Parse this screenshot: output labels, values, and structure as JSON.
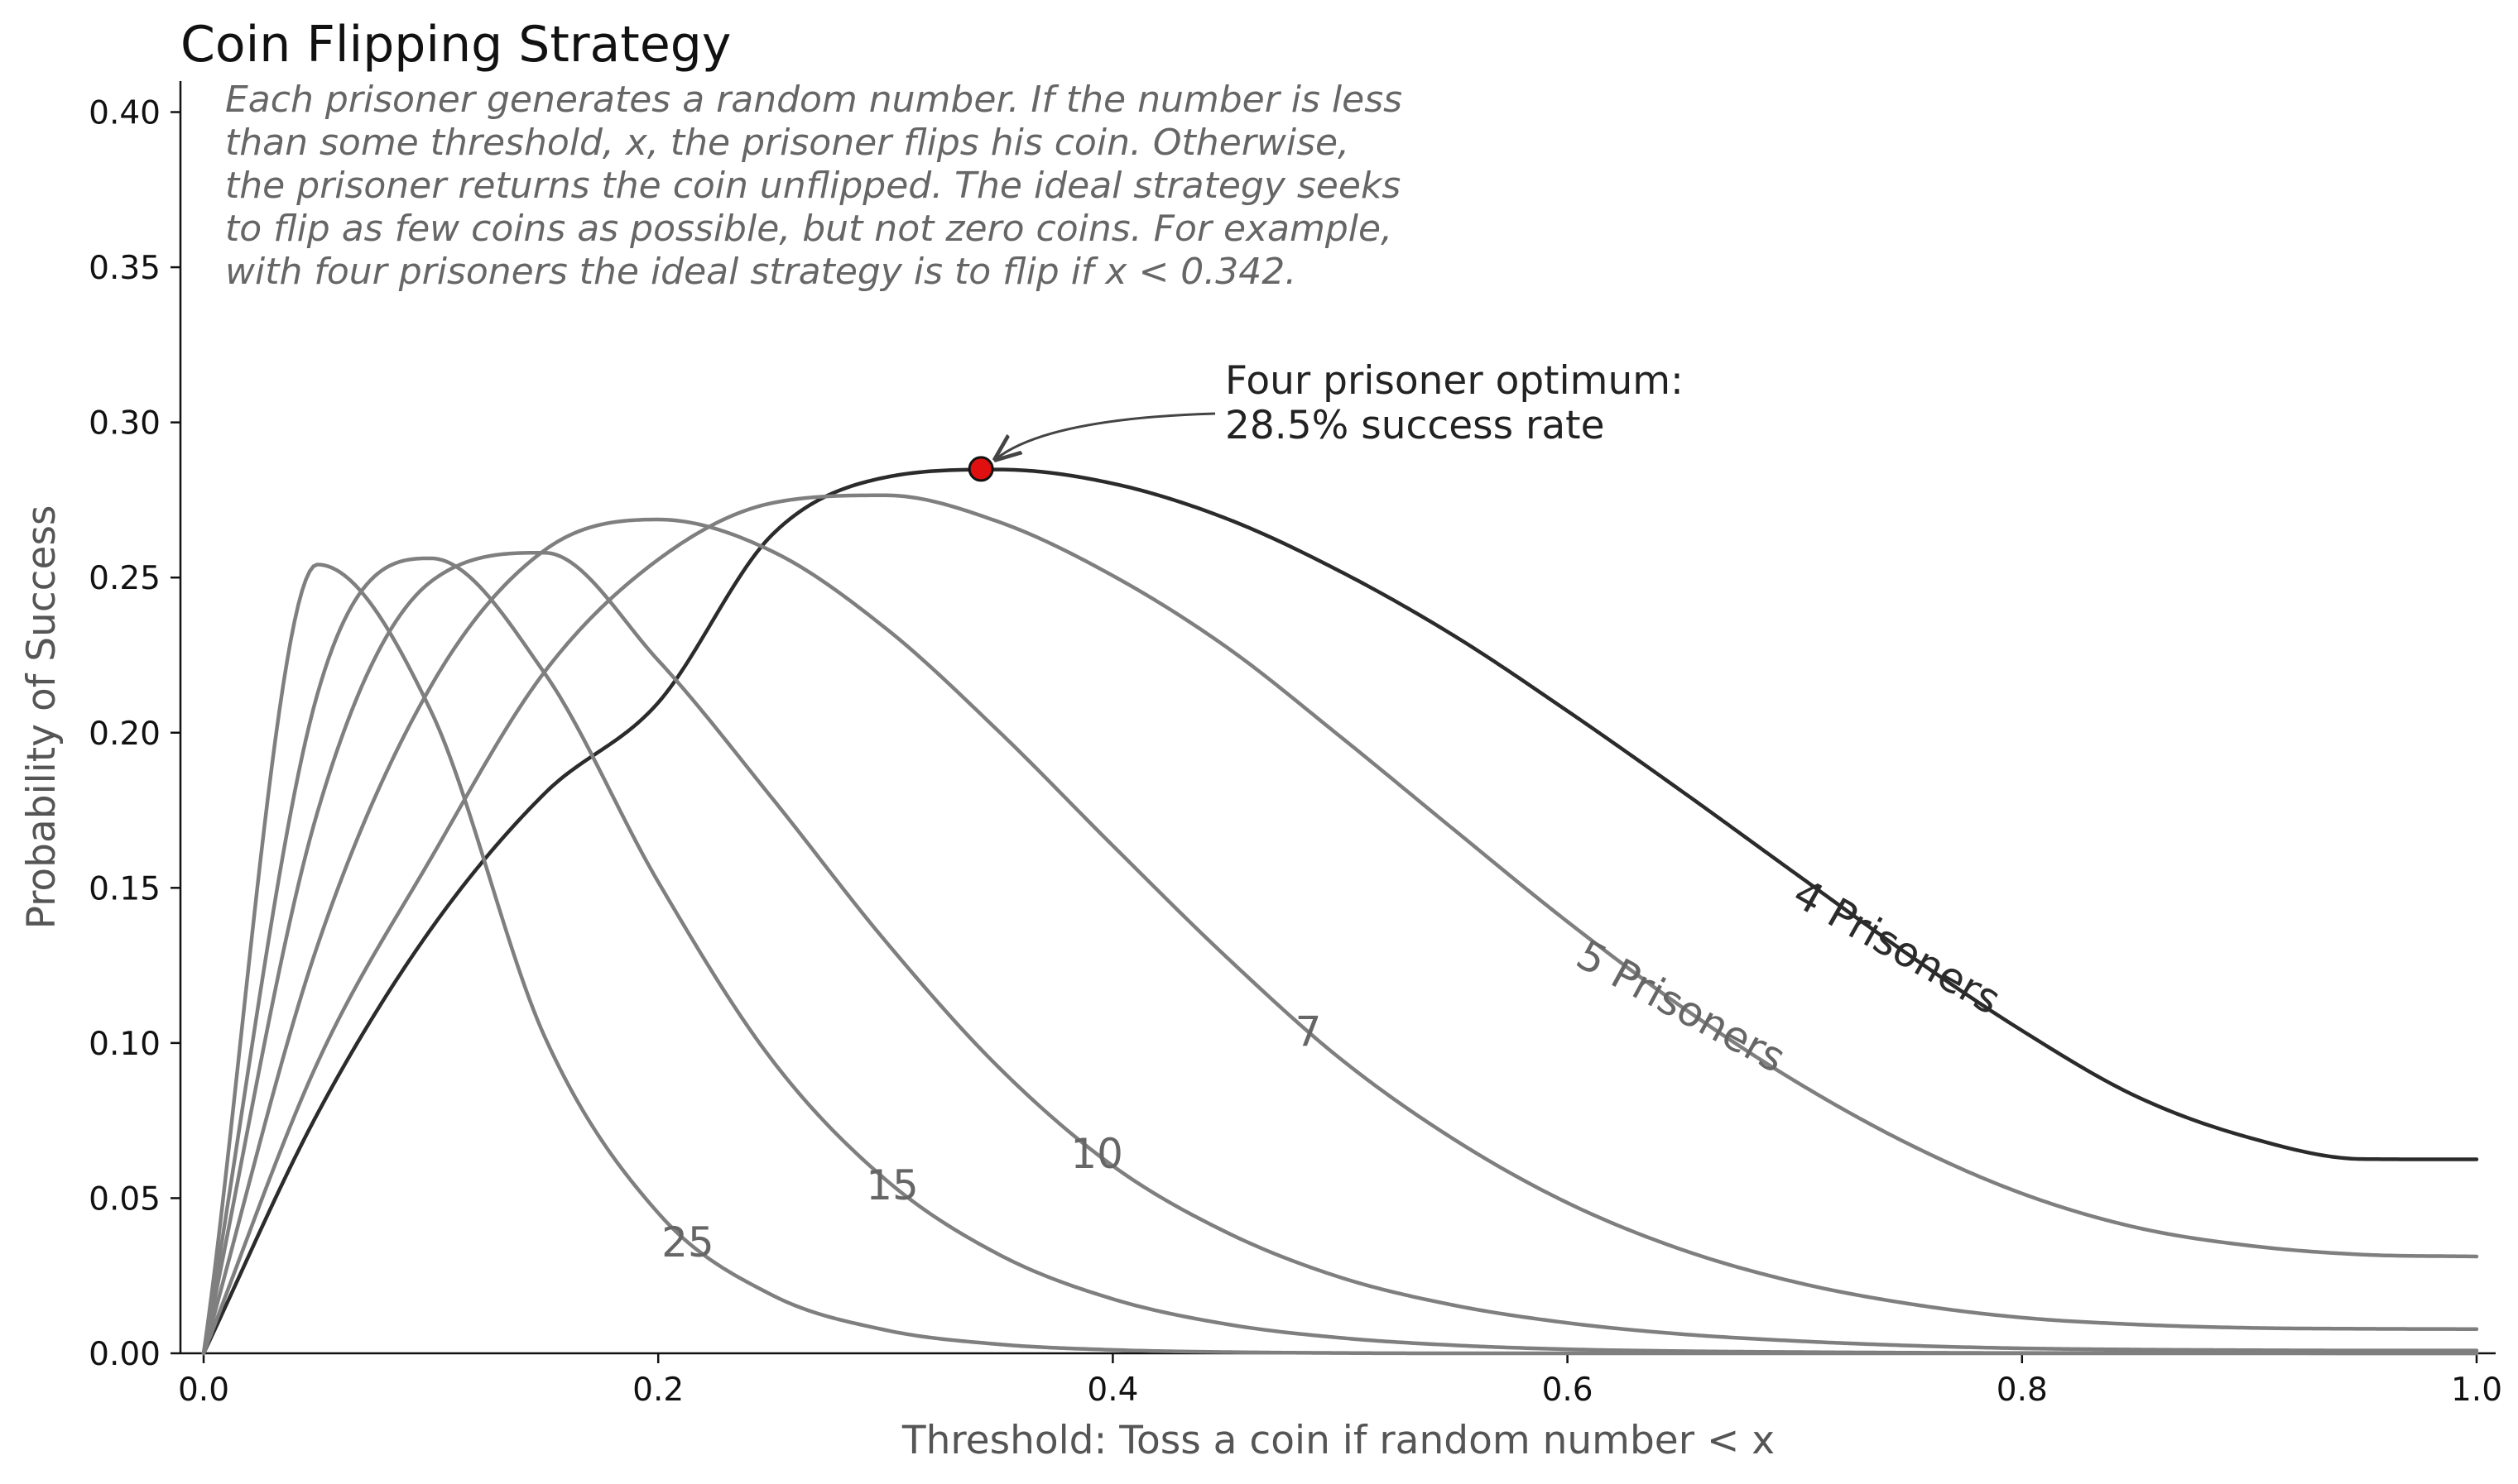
{
  "chart_data": {
    "type": "line",
    "title": "Coin Flipping Strategy",
    "description_lines": [
      "Each prisoner generates a random number. If the number is less",
      "than some threshold, x, the prisoner flips his coin. Otherwise,",
      "the prisoner returns the coin unflipped. The ideal strategy seeks",
      "to flip as few coins as possible, but not zero coins. For example,",
      "with four prisoners the ideal strategy is to flip if x < 0.342."
    ],
    "xlabel": "Threshold: Toss a coin if random number < x",
    "ylabel": "Probability of Success",
    "xlim": [
      0.0,
      1.0
    ],
    "ylim": [
      0.0,
      0.41
    ],
    "x_ticks": [
      {
        "value": 0.0,
        "label": "0.0"
      },
      {
        "value": 0.2,
        "label": "0.2"
      },
      {
        "value": 0.4,
        "label": "0.4"
      },
      {
        "value": 0.6,
        "label": "0.6"
      },
      {
        "value": 0.8,
        "label": "0.8"
      },
      {
        "value": 1.0,
        "label": "1.0"
      }
    ],
    "y_ticks": [
      {
        "value": 0.0,
        "label": "0.00"
      },
      {
        "value": 0.05,
        "label": "0.05"
      },
      {
        "value": 0.1,
        "label": "0.10"
      },
      {
        "value": 0.15,
        "label": "0.15"
      },
      {
        "value": 0.2,
        "label": "0.20"
      },
      {
        "value": 0.25,
        "label": "0.25"
      },
      {
        "value": 0.3,
        "label": "0.30"
      },
      {
        "value": 0.35,
        "label": "0.35"
      },
      {
        "value": 0.4,
        "label": "0.40"
      }
    ],
    "grid": false,
    "series": [
      {
        "name": "4 Prisoners",
        "prisoners": 4,
        "color": "#2b2b2b",
        "label_at_x": 0.745,
        "label_rotation": 29.5,
        "label_color": "#2b2b2b",
        "x": [
          0.0,
          0.05,
          0.1,
          0.15,
          0.2,
          0.25,
          0.3,
          0.35,
          0.4,
          0.45,
          0.5,
          0.55,
          0.6,
          0.65,
          0.7,
          0.75,
          0.8,
          0.85,
          0.9,
          0.95,
          1.0
        ],
        "values": [
          0.0,
          0.0771,
          0.1367,
          0.1804,
          0.2097,
          0.2637,
          0.2823,
          0.2848,
          0.2803,
          0.269,
          0.252,
          0.2313,
          0.207,
          0.1813,
          0.1548,
          0.1285,
          0.104,
          0.0829,
          0.0695,
          0.0626,
          0.0625
        ]
      },
      {
        "name": "5 Prisoners",
        "prisoners": 5,
        "color": "#7f7f7f",
        "label_at_x": 0.65,
        "label_rotation": 28.5,
        "label_color": "#666666",
        "x": [
          0.0,
          0.05,
          0.1,
          0.15,
          0.2,
          0.25,
          0.3,
          0.35,
          0.4,
          0.45,
          0.5,
          0.55,
          0.6,
          0.65,
          0.7,
          0.75,
          0.8,
          0.85,
          0.9,
          0.95,
          1.0
        ],
        "values": [
          0.0,
          0.0935,
          0.1595,
          0.2196,
          0.2558,
          0.274,
          0.2765,
          0.2679,
          0.2506,
          0.2276,
          0.1988,
          0.1688,
          0.1391,
          0.1118,
          0.0878,
          0.0675,
          0.0515,
          0.0406,
          0.0347,
          0.0318,
          0.0312
        ]
      },
      {
        "name": "7",
        "prisoners": 7,
        "color": "#7f7f7f",
        "label_at_x": 0.486,
        "label_rotation": 0,
        "label_color": "#666666",
        "x": [
          0.0,
          0.05,
          0.1,
          0.15,
          0.2,
          0.25,
          0.3,
          0.35,
          0.4,
          0.45,
          0.5,
          0.55,
          0.6,
          0.65,
          0.7,
          0.75,
          0.8,
          0.85,
          0.9,
          0.95,
          1.0
        ],
        "values": [
          0.0,
          0.1312,
          0.215,
          0.2588,
          0.2687,
          0.2585,
          0.2337,
          0.2003,
          0.1636,
          0.1277,
          0.095,
          0.069,
          0.0485,
          0.0335,
          0.023,
          0.016,
          0.0115,
          0.0093,
          0.0082,
          0.0079,
          0.0078
        ]
      },
      {
        "name": "10",
        "prisoners": 10,
        "color": "#7f7f7f",
        "label_at_x": 0.393,
        "label_rotation": 0,
        "label_color": "#666666",
        "x": [
          0.0,
          0.05,
          0.1,
          0.15,
          0.2,
          0.25,
          0.3,
          0.35,
          0.4,
          0.45,
          0.5,
          0.55,
          0.6,
          0.65,
          0.7,
          0.75,
          0.8,
          0.85,
          0.9,
          0.95,
          1.0
        ],
        "values": [
          0.0,
          0.1742,
          0.2487,
          0.258,
          0.2233,
          0.179,
          0.1328,
          0.092,
          0.0604,
          0.039,
          0.0245,
          0.0155,
          0.0098,
          0.0062,
          0.004,
          0.0025,
          0.0016,
          0.0012,
          0.001,
          0.0009,
          0.0009
        ]
      },
      {
        "name": "15",
        "prisoners": 15,
        "color": "#7f7f7f",
        "label_at_x": 0.303,
        "label_rotation": 0,
        "label_color": "#666666",
        "x": [
          0.0,
          0.05,
          0.1,
          0.15,
          0.2,
          0.25,
          0.3,
          0.35,
          0.4,
          0.45,
          0.5,
          0.55,
          0.6,
          0.65,
          0.7,
          0.75,
          0.8,
          0.85,
          0.9,
          0.95,
          1.0
        ],
        "values": [
          0.0,
          0.2123,
          0.2562,
          0.2192,
          0.1519,
          0.0946,
          0.056,
          0.0318,
          0.0175,
          0.0094,
          0.005,
          0.0026,
          0.0013,
          0.0007,
          0.0004,
          0.0002,
          0.0001,
          0.0001,
          0.0001,
          0.0,
          0.0
        ]
      },
      {
        "name": "25",
        "prisoners": 25,
        "color": "#7f7f7f",
        "label_at_x": 0.213,
        "label_rotation": 0,
        "label_color": "#666666",
        "x": [
          0.0,
          0.05,
          0.1,
          0.15,
          0.2,
          0.25,
          0.3,
          0.35,
          0.4,
          0.45,
          0.5,
          0.55,
          0.6,
          0.65,
          0.7,
          0.75,
          0.8,
          0.85,
          0.9,
          0.95,
          1.0
        ],
        "values": [
          0.0,
          0.2542,
          0.207,
          0.1021,
          0.0452,
          0.0188,
          0.0075,
          0.0029,
          0.0011,
          0.0004,
          0.0001,
          0.0,
          0.0,
          0.0,
          0.0,
          0.0,
          0.0,
          0.0,
          0.0,
          0.0,
          0.0
        ]
      }
    ],
    "optimum_point": {
      "x": 0.342,
      "y": 0.285,
      "color": "#e01010",
      "edge_color": "#111111"
    },
    "annotation": {
      "lines": [
        "Four prisoner optimum:",
        "28.5% success rate"
      ]
    }
  }
}
